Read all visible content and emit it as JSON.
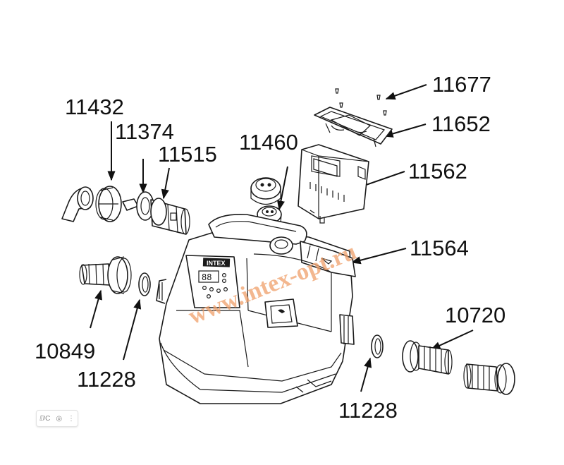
{
  "labels": {
    "l11677": "11677",
    "l11652": "11652",
    "l11432": "11432",
    "l11374": "11374",
    "l11515": "11515",
    "l11460": "11460",
    "l11562": "11562",
    "l11564": "11564",
    "l10720": "10720",
    "l10849": "10849",
    "l11228a": "11228",
    "l11228b": "11228"
  },
  "watermark": "www.intex-opt.ru",
  "device_logo": "INTEX",
  "display_digits": "88",
  "toolbar": {
    "icon1": "ⅅC",
    "icon2": "◎",
    "icon3": "⋮"
  }
}
